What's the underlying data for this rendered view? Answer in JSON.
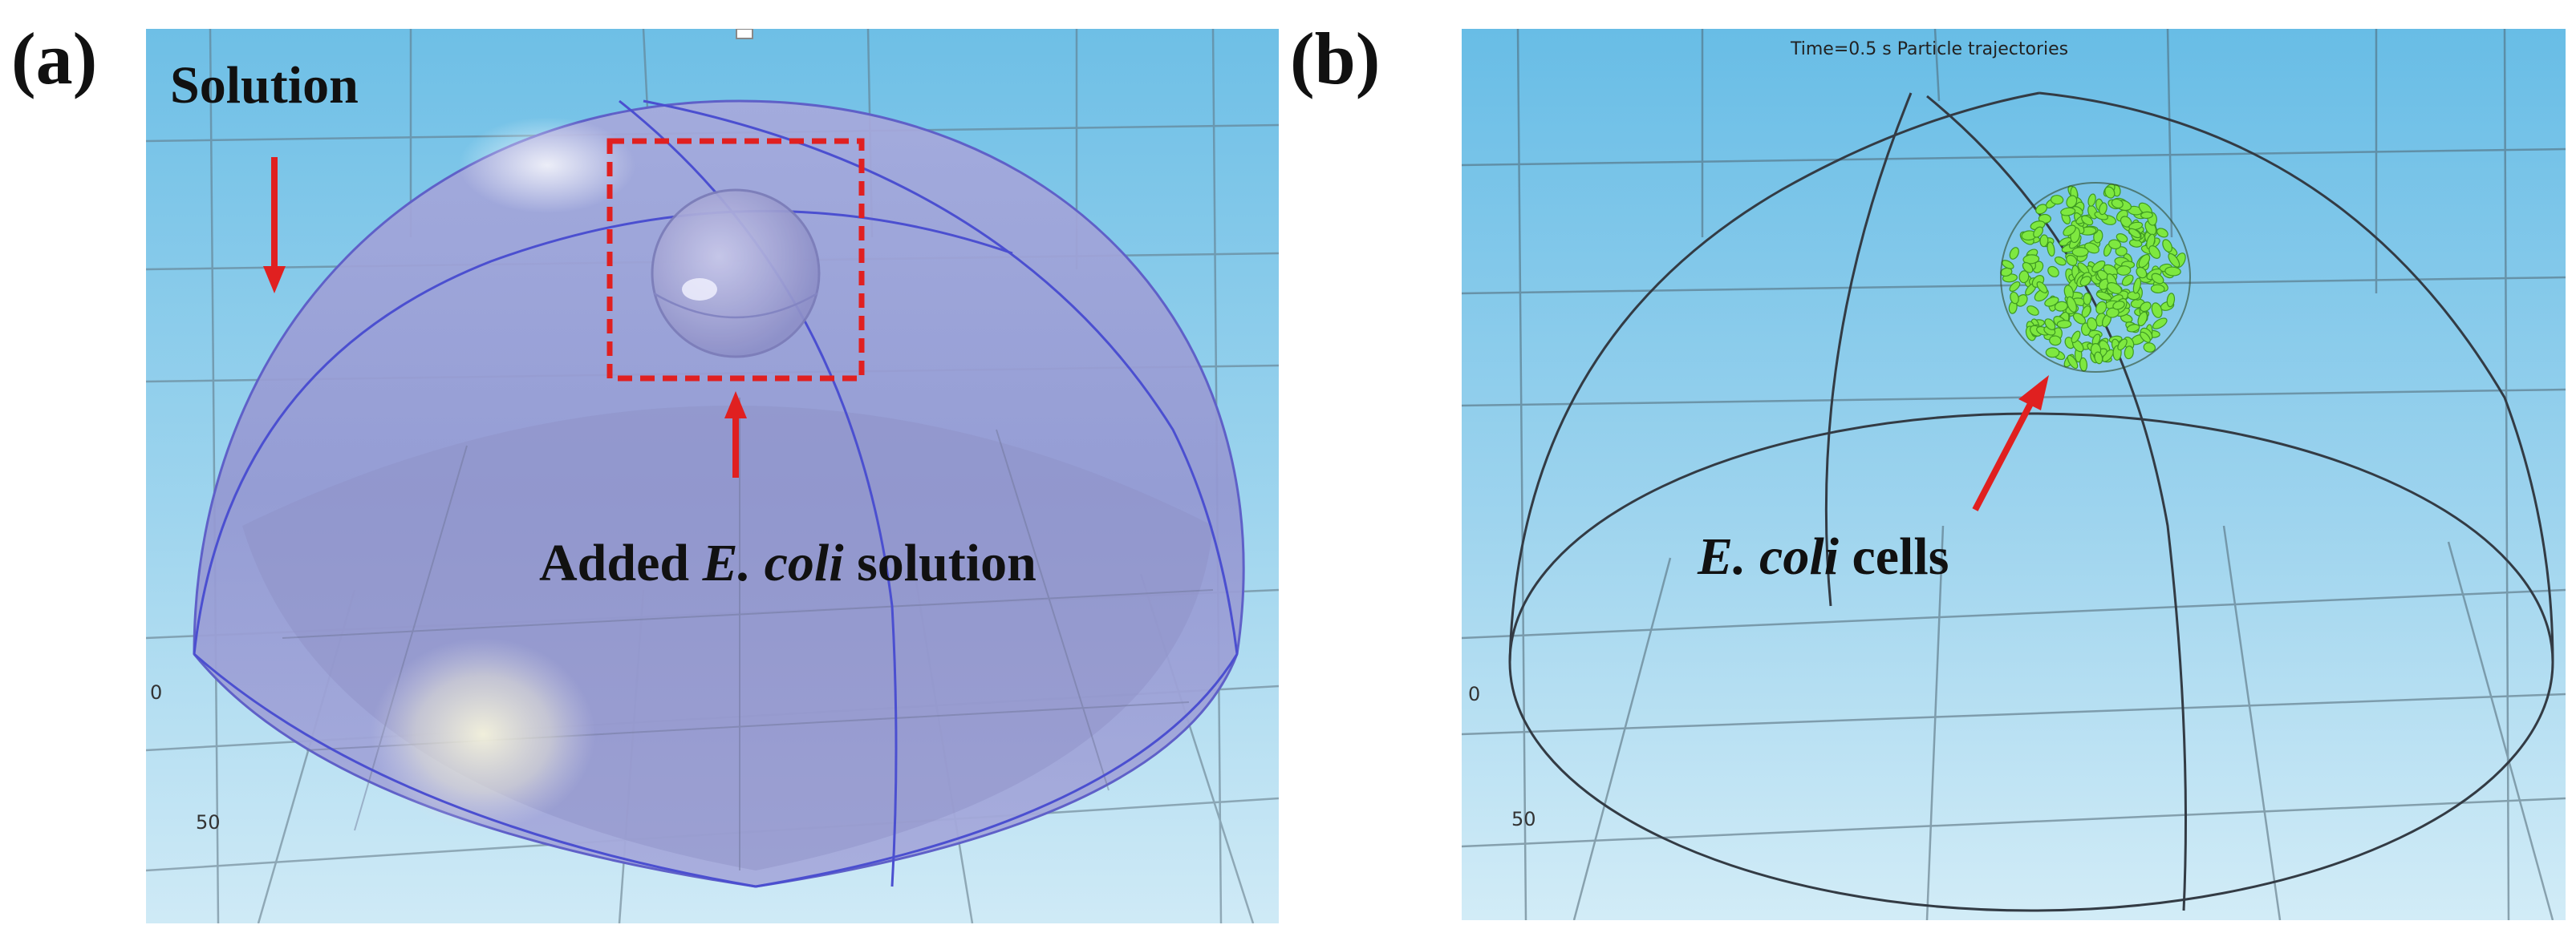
{
  "panel_a": {
    "label": "(a)",
    "annotations": {
      "solution": "Solution",
      "added_prefix": "Added ",
      "added_italic": "E. coli",
      "added_suffix": " solution"
    },
    "ticks": [
      "0",
      "50"
    ]
  },
  "panel_b": {
    "label": "(b)",
    "header": "Time=0.5 s  Particle trajectories",
    "annotations": {
      "cells_italic": "E. coli",
      "cells_suffix": " cells"
    },
    "ticks": [
      "0",
      "50"
    ]
  },
  "colors": {
    "background_sky": "#7fc7e8",
    "dome_fill": "#9a9fd6",
    "arrow": "#e02020",
    "particles": "#7ee840",
    "grid": "#5a6e7a"
  }
}
